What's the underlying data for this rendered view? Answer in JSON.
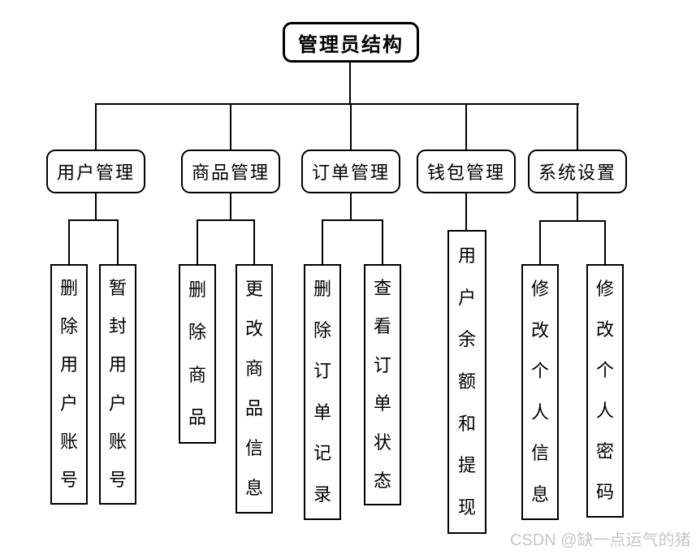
{
  "tree": {
    "root": "管理员结构",
    "branches": [
      {
        "label": "用户管理",
        "children": [
          "删除用户账号",
          "暂封用户账号"
        ]
      },
      {
        "label": "商品管理",
        "children": [
          "删除商品",
          "更改商品信息"
        ]
      },
      {
        "label": "订单管理",
        "children": [
          "删除订单记录",
          "查看订单状态"
        ]
      },
      {
        "label": "钱包管理",
        "children": [
          "用户余额和提现"
        ]
      },
      {
        "label": "系统设置",
        "children": [
          "修改个人信息",
          "修改个人密码"
        ]
      }
    ]
  },
  "watermark": "CSDN @缺一点运气的猪",
  "colors": {
    "line": "#000000",
    "border": "#000000",
    "watermark": "#c6c6c6",
    "background": "#ffffff"
  }
}
